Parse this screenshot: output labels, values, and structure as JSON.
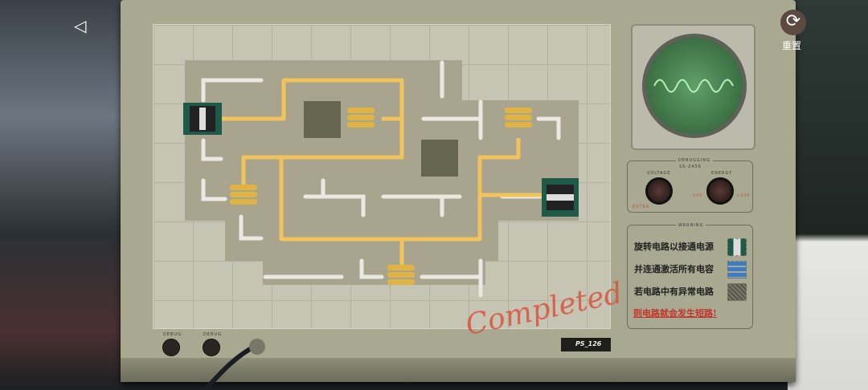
{
  "nav": {
    "back_icon": "triangle-left-icon",
    "reset_label": "重置",
    "reset_icon": "refresh-icon"
  },
  "scope": {
    "label": "oscilloscope"
  },
  "debugging": {
    "title": "DEBUGGING",
    "subtitle": "SS-2456",
    "voltage": "VOLTAGE",
    "energy": "ENERGY",
    "extra": "EXTRA",
    "min": "-100",
    "max": "+100"
  },
  "warning": {
    "title": "WARNING",
    "lines": [
      "旋转电路以接通电源",
      "并连通激活所有电容",
      "若电路中有异常电路"
    ],
    "alert": "则电路就会发生短路!"
  },
  "stamp": "Completed",
  "bottom": {
    "knob1": "DEBUG",
    "knob2": "DEBUG",
    "model": "PS_126"
  },
  "colors": {
    "powered": "#f1c35c",
    "unpowered": "#e9e8e2",
    "accent_red": "#c2352b"
  }
}
